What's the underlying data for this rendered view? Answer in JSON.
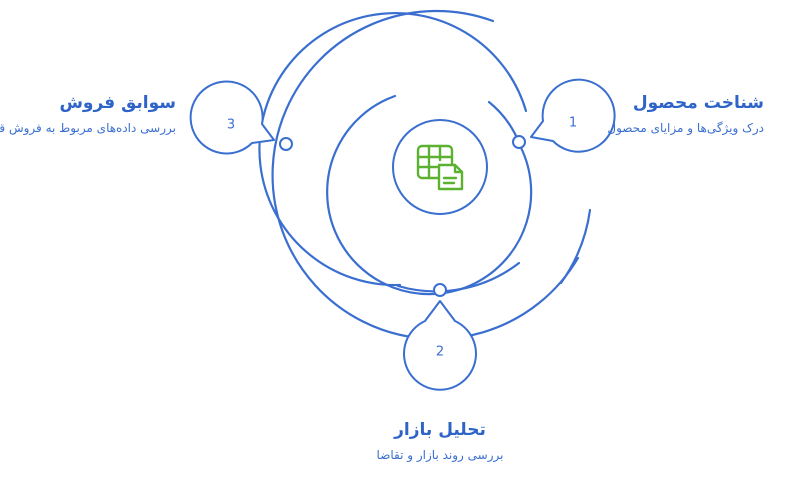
{
  "colors": {
    "accent": "#3a6fd0",
    "title": "#2e64c8",
    "icon": "#5cb230"
  },
  "center_icon": "spreadsheet-document-icon",
  "steps": [
    {
      "number": "1",
      "title": "شناخت محصول",
      "description": "درک ویژگی‌ها و مزایای محصول"
    },
    {
      "number": "2",
      "title": "تحلیل بازار",
      "description": "بررسی روند بازار و تقاضا"
    },
    {
      "number": "3",
      "title": "سوابق فروش",
      "description": "بررسی داده‌های مربوط به فروش قبلی"
    }
  ]
}
